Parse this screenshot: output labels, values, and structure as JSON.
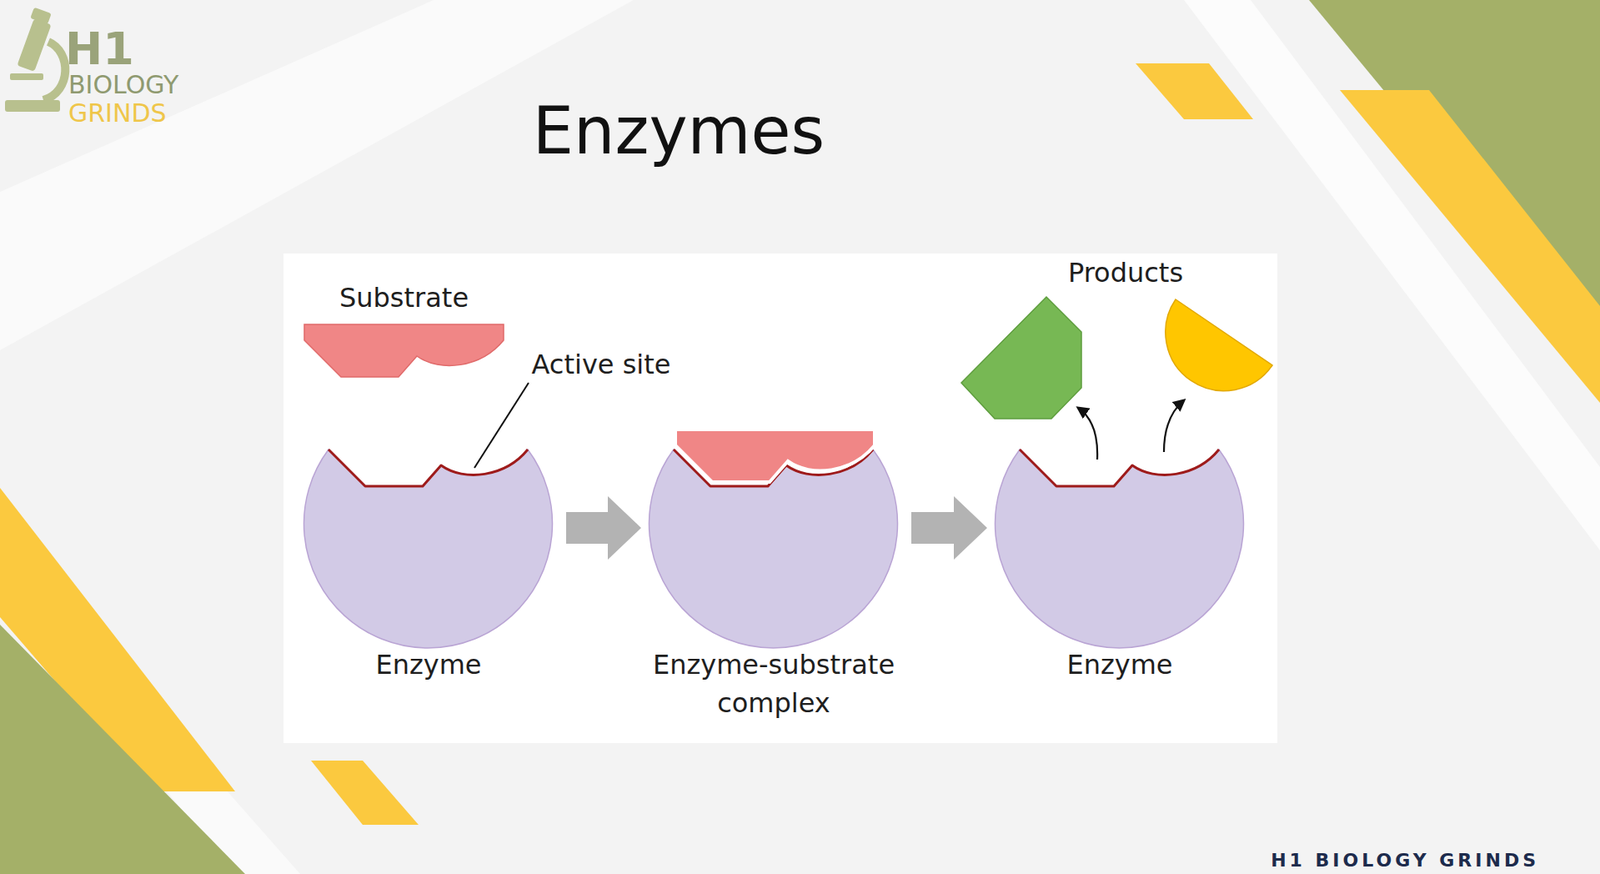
{
  "diagram": {
    "title": "Enzymes",
    "nodes": [
      {
        "text": [
          "Substrate"
        ]
      },
      {
        "text": [
          "Enzyme"
        ]
      },
      {
        "text": [
          "Enzyme-substrate complex"
        ]
      },
      {
        "text": [
          "Enzyme"
        ]
      }
    ],
    "edges": [
      {
        "from": 1,
        "to": 2,
        "arrow": "to"
      },
      {
        "from": 2,
        "to": 3,
        "arrow": "to"
      }
    ],
    "labels": [
      "Active site",
      "Products",
      "H1",
      "BIOLOGY",
      "GRINDS",
      "H1 BIOLOGY GRINDS"
    ]
  }
}
